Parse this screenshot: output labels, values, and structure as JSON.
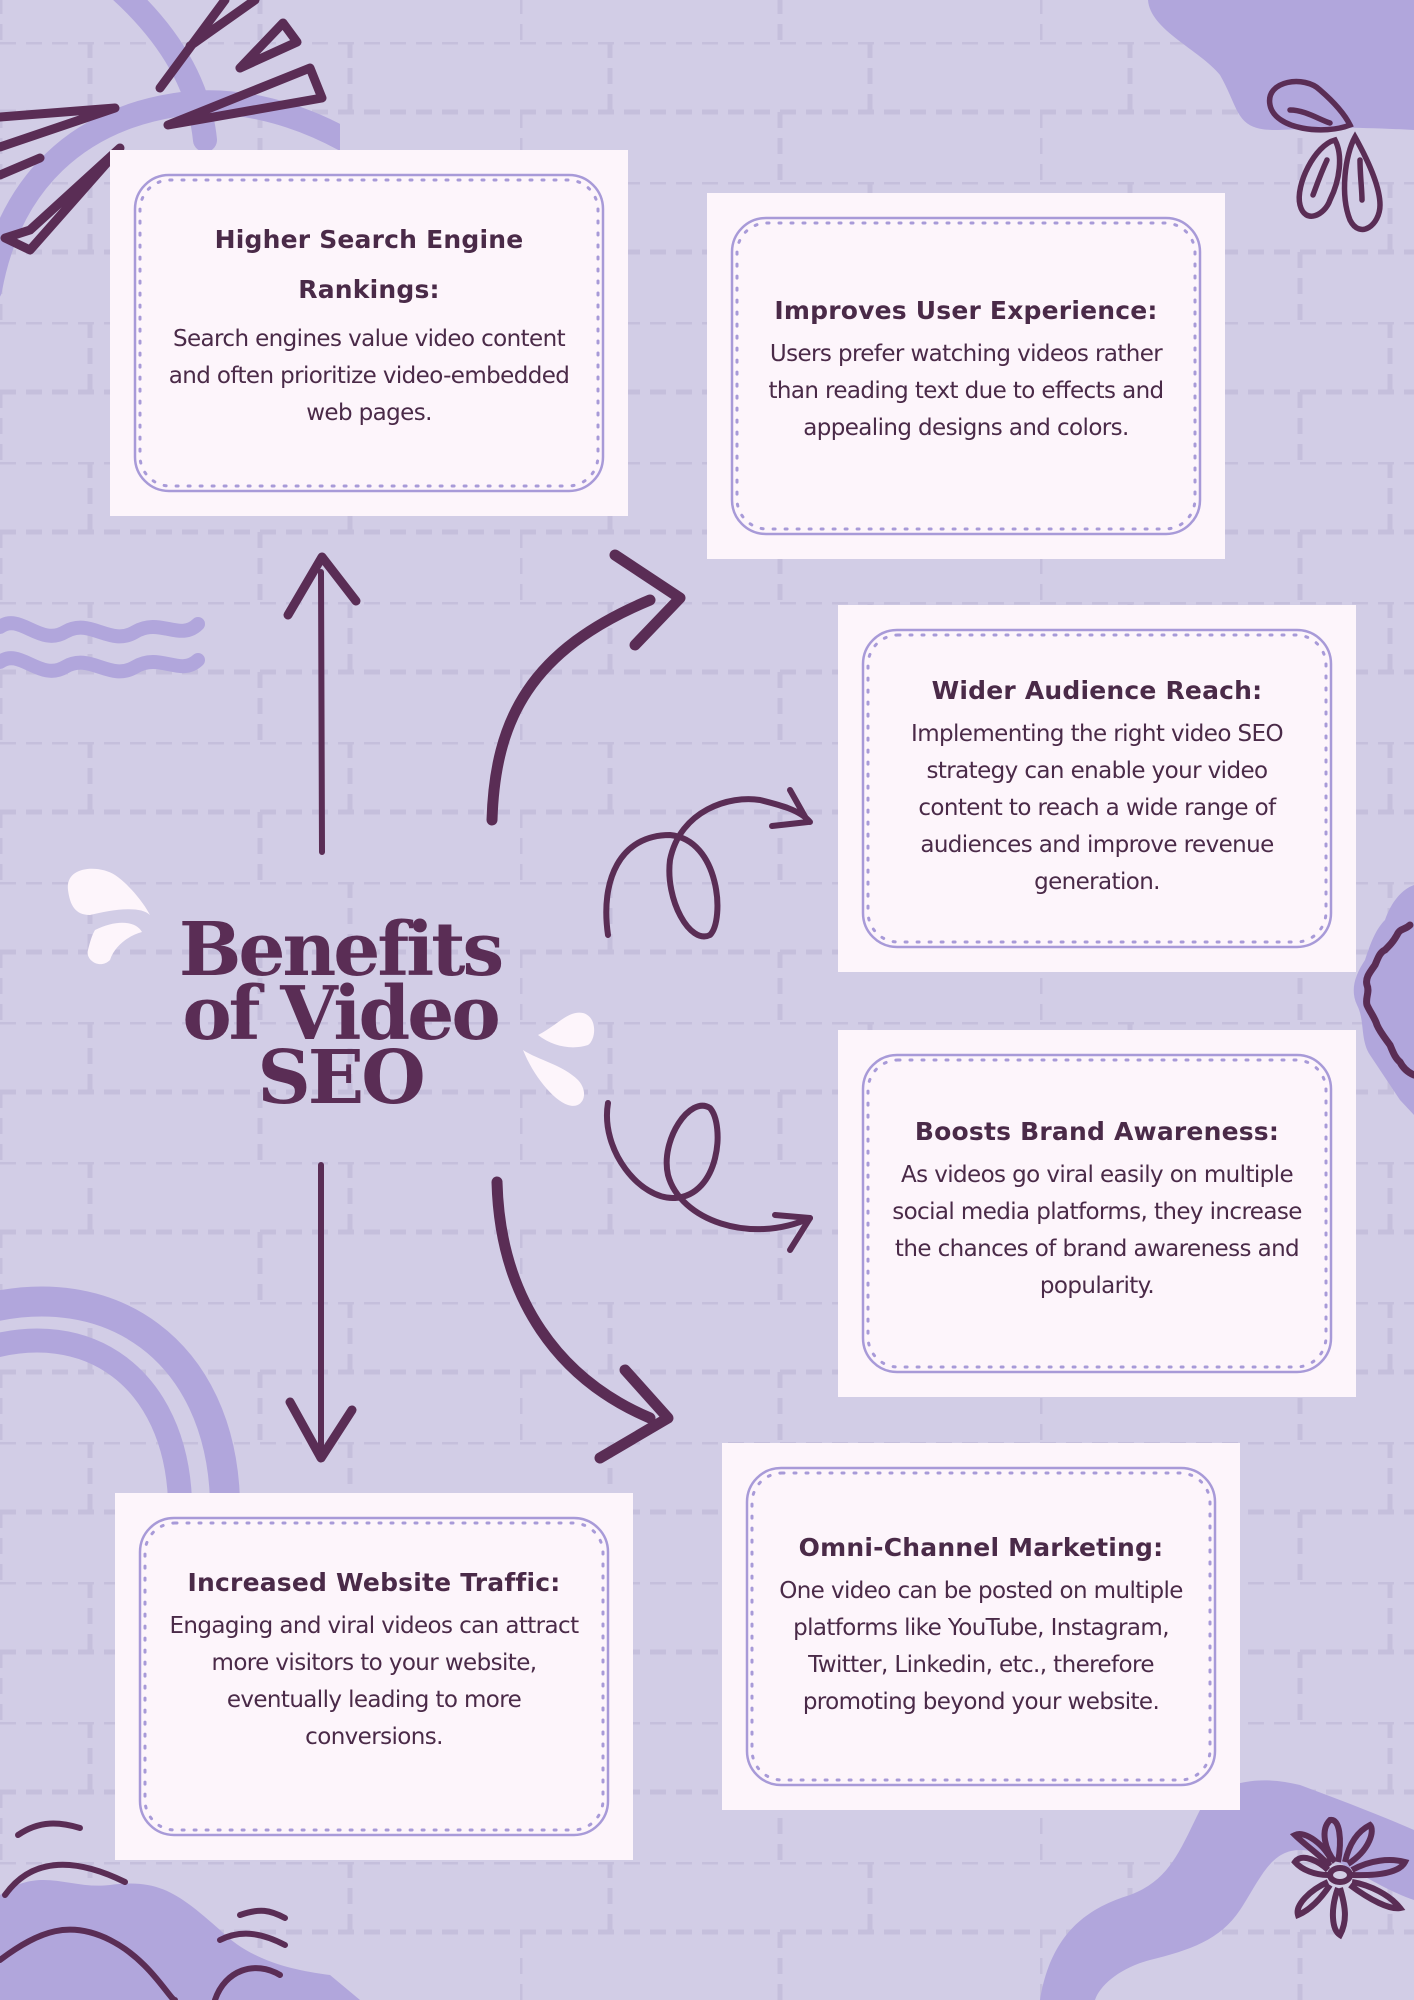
{
  "poster": {
    "title_lines": [
      "Benefits",
      "of Video",
      "SEO"
    ],
    "colors": {
      "background": "#d2cde6",
      "grid_dash": "#c5bfdc",
      "accent_purple": "#b1a6dc",
      "ink_plum": "#5a2d55",
      "card_bg": "#fdf5fb",
      "card_frame": "#a89ad8",
      "splash_white": "#fdf5fb"
    }
  },
  "cards": [
    {
      "title": "Higher Search Engine Rankings:",
      "body": "Search engines value video content and often prioritize video-embedded web pages."
    },
    {
      "title": "Improves User Experience:",
      "body": "Users prefer watching videos rather than reading text due to effects and appealing designs and colors."
    },
    {
      "title": "Wider Audience Reach:",
      "body": "Implementing the right video SEO strategy can enable your video content to reach a wide range of audiences and improve revenue generation."
    },
    {
      "title": "Boosts Brand Awareness:",
      "body": "As videos go viral easily on multiple social media platforms, they increase the chances of brand awareness and popularity."
    },
    {
      "title": "Omni-Channel Marketing:",
      "body": "One video can be posted on multiple platforms like YouTube, Instagram, Twitter, Linkedin, etc., therefore promoting beyond your website."
    },
    {
      "title": "Increased Website Traffic:",
      "body": "Engaging and viral videos can attract more visitors to your website, eventually leading to more conversions."
    }
  ],
  "decorations": {
    "icons": [
      "brick-grid-background",
      "ribbon-loop-icon",
      "sparkle-burst-icon",
      "blob-top-right",
      "leaf-petals-icon",
      "wavy-lines-icon",
      "splash-drops-icon",
      "scalloped-badge-icon",
      "rainbow-arcs-icon",
      "wave-hills-icon",
      "wavy-ribbon-icon",
      "flower-icon",
      "arrow-up-icon",
      "arrow-down-icon",
      "curved-arrow-icon",
      "loop-arrow-icon"
    ]
  }
}
